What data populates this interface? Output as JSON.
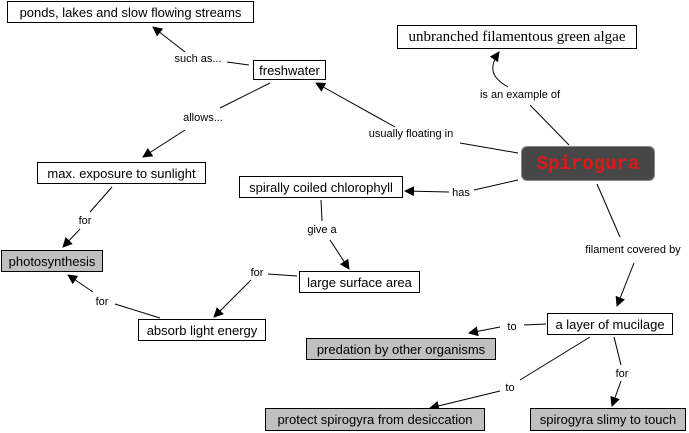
{
  "diagram": {
    "type": "concept-map",
    "central_concept": "Spirogura",
    "nodes": {
      "ponds": "ponds, lakes and slow flowing streams",
      "freshwater": "freshwater",
      "algae": "unbranched filamentous green algae",
      "spirogura": "Spirogura",
      "exposure": "max. exposure to sunlight",
      "chlorophyll": "spirally coiled chlorophyll",
      "photosynthesis": "photosynthesis",
      "surface": "large surface area",
      "absorb": "absorb light energy",
      "mucilage": "a layer of mucilage",
      "predation": "predation by other organisms",
      "desiccation": "protect spirogyra from desiccation",
      "slimy": "spirogyra slimy to touch"
    },
    "links": {
      "such_as": "such as...",
      "allows": "allows...",
      "example_of": "is an example of",
      "floating_in": "usually floating in",
      "has": "has",
      "for_exposure": "for",
      "give_a": "give a",
      "for_surface": "for",
      "for_absorb": "for",
      "filament_covered": "filament covered by",
      "to_predation": "to",
      "to_desiccation": "to",
      "for_slimy": "for"
    }
  }
}
